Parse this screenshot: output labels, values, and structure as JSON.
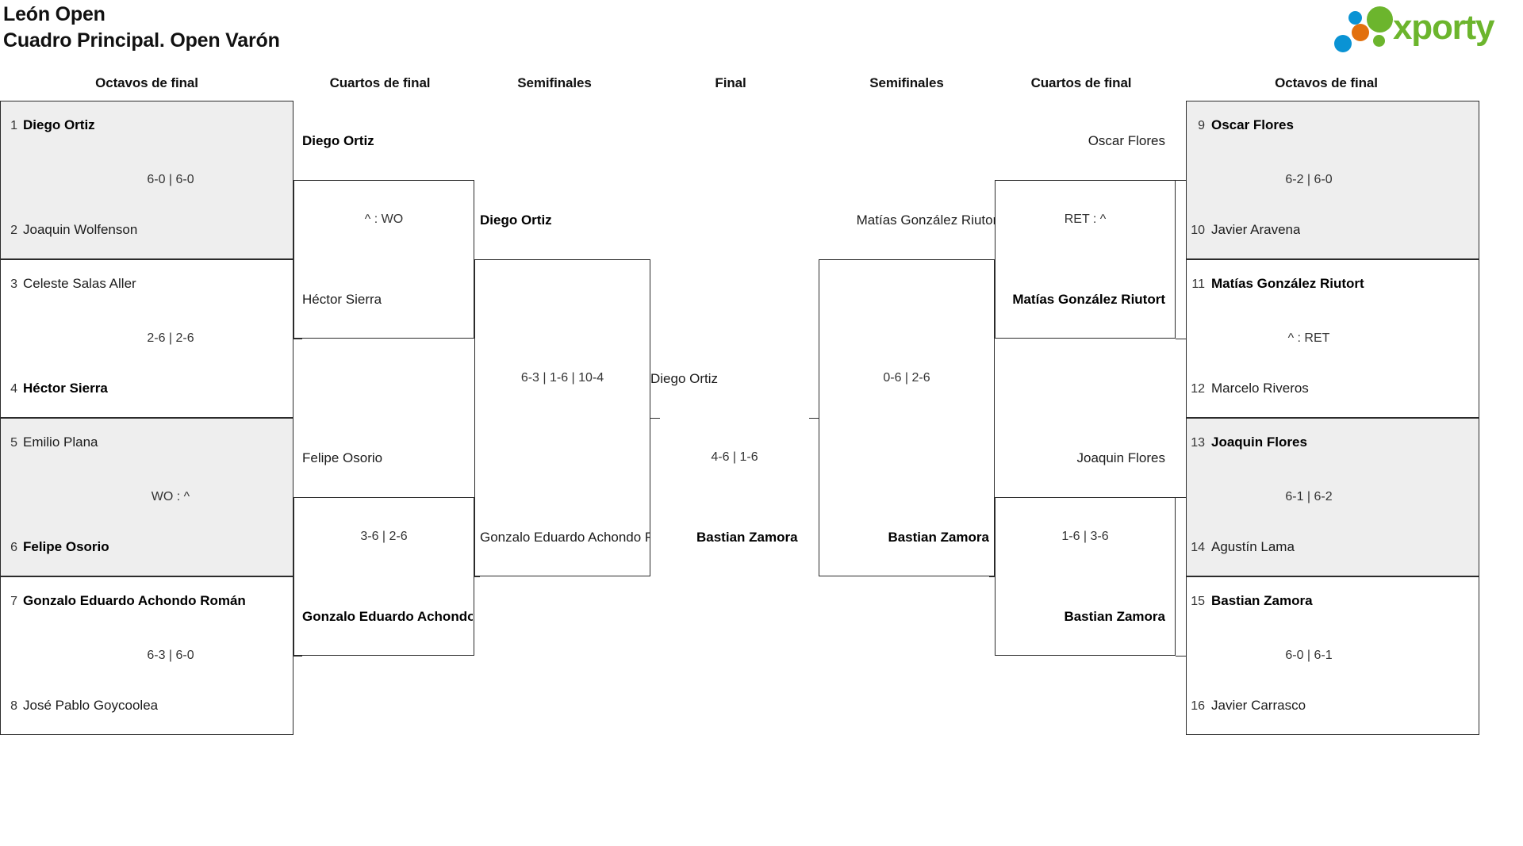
{
  "header": {
    "tournament": "León Open",
    "subtitle": "Cuadro Principal. Open Varón",
    "logo": {
      "wordmark": "xporty",
      "green": "#6cb52d",
      "blue": "#0a93d4",
      "orange": "#e2700d"
    }
  },
  "round_headers": [
    {
      "label": "Octavos de final"
    },
    {
      "label": "Cuartos de final"
    },
    {
      "label": "Semifinales"
    },
    {
      "label": "Final"
    },
    {
      "label": "Semifinales"
    },
    {
      "label": "Cuartos de final"
    },
    {
      "label": "Octavos de final"
    }
  ],
  "left": {
    "octavos": [
      {
        "top_seed": "1",
        "top_name": "Diego Ortiz",
        "top_win": true,
        "score": "6-0 | 6-0",
        "bot_seed": "2",
        "bot_name": "Joaquin Wolfenson",
        "bot_win": false,
        "shaded": true
      },
      {
        "top_seed": "3",
        "top_name": "Celeste Salas Aller",
        "top_win": false,
        "score": "2-6 | 2-6",
        "bot_seed": "4",
        "bot_name": "Héctor Sierra",
        "bot_win": true,
        "shaded": false
      },
      {
        "top_seed": "5",
        "top_name": "Emilio Plana",
        "top_win": false,
        "score": "WO : ^",
        "bot_seed": "6",
        "bot_name": "Felipe Osorio",
        "bot_win": true,
        "shaded": true
      },
      {
        "top_seed": "7",
        "top_name": "Gonzalo Eduardo Achondo Román",
        "top_win": true,
        "score": "6-3 | 6-0",
        "bot_seed": "8",
        "bot_name": "José Pablo Goycoolea",
        "bot_win": false,
        "shaded": false
      }
    ],
    "cuartos": [
      {
        "top_name": "Diego Ortiz",
        "top_win": true,
        "score": "^ : WO",
        "bot_name": "Héctor Sierra",
        "bot_win": false
      },
      {
        "top_name": "Felipe Osorio",
        "top_win": false,
        "score": "3-6 | 2-6",
        "bot_name": "Gonzalo Eduardo Achondo Román",
        "bot_win": true
      }
    ],
    "semifinal": {
      "top_name": "Diego Ortiz",
      "top_win": true,
      "score": "6-3 | 1-6 | 10-4",
      "bot_name": "Gonzalo Eduardo Achondo Román",
      "bot_win": false
    }
  },
  "final": {
    "top_name": "Diego Ortiz",
    "top_win": false,
    "score": "4-6 | 1-6",
    "bot_name": "Bastian Zamora",
    "bot_win": true
  },
  "right": {
    "semifinal": {
      "top_name": "Matías González Riutort",
      "top_win": false,
      "score": "0-6 | 2-6",
      "bot_name": "Bastian Zamora",
      "bot_win": true
    },
    "cuartos": [
      {
        "top_name": "Oscar Flores",
        "top_win": false,
        "score": "RET : ^",
        "bot_name": "Matías González Riutort",
        "bot_win": true
      },
      {
        "top_name": "Joaquin Flores",
        "top_win": false,
        "score": "1-6 | 3-6",
        "bot_name": "Bastian Zamora",
        "bot_win": true
      }
    ],
    "octavos": [
      {
        "top_seed": "9",
        "top_name": "Oscar Flores",
        "top_win": true,
        "score": "6-2 | 6-0",
        "bot_seed": "10",
        "bot_name": "Javier Aravena",
        "bot_win": false,
        "shaded": true
      },
      {
        "top_seed": "11",
        "top_name": "Matías González Riutort",
        "top_win": true,
        "score": "^ : RET",
        "bot_seed": "12",
        "bot_name": "Marcelo Riveros",
        "bot_win": false,
        "shaded": false
      },
      {
        "top_seed": "13",
        "top_name": "Joaquin Flores",
        "top_win": true,
        "score": "6-1 | 6-2",
        "bot_seed": "14",
        "bot_name": "Agustín Lama",
        "bot_win": false,
        "shaded": true
      },
      {
        "top_seed": "15",
        "top_name": "Bastian Zamora",
        "top_win": true,
        "score": "6-0 | 6-1",
        "bot_seed": "16",
        "bot_name": "Javier Carrasco",
        "bot_win": false,
        "shaded": false
      }
    ]
  }
}
